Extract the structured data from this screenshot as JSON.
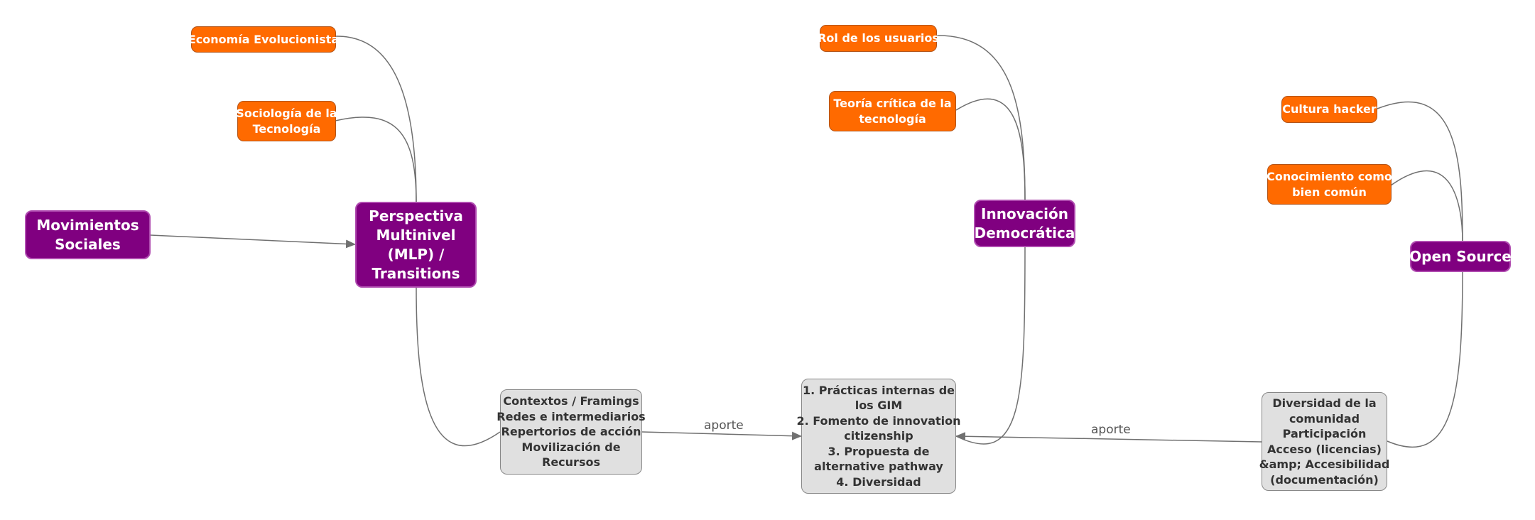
{
  "colors": {
    "main_node": "#800080",
    "sub_node": "#ff6a00",
    "detail_node": "#e0e0e0",
    "edge": "#707070"
  },
  "nodes": {
    "movimientos": [
      "Movimientos",
      "Sociales"
    ],
    "mlp": [
      "Perspectiva",
      "Multinivel",
      "(MLP) /",
      "Transitions"
    ],
    "innovacion": [
      "Innovación",
      "Democrática"
    ],
    "open_source": [
      "Open Source"
    ],
    "economia": [
      "Economía Evolucionista"
    ],
    "sociologia": [
      "Sociología de la",
      "Tecnología"
    ],
    "rol_usuarios": [
      "Rol de los usuarios"
    ],
    "teoria_critica": [
      "Teoría crítica de la",
      "tecnología"
    ],
    "cultura_hacker": [
      "Cultura hacker"
    ],
    "conocimiento": [
      "Conocimiento como",
      "bien común"
    ],
    "contextos": [
      "Contextos / Framings",
      "Redes e intermediarios",
      "Repertorios de acción",
      "Movilización de",
      "Recursos"
    ],
    "practicas": [
      "1. Prácticas internas de",
      "los GIM",
      "2. Fomento de innovation",
      "citizenship",
      "3. Propuesta de",
      "alternative pathway",
      "4. Diversidad"
    ],
    "diversidad": [
      "Diversidad de la",
      "comunidad",
      "Participación",
      "Acceso (licencias)",
      "&amp; Accesibilidad",
      "(documentación)"
    ]
  },
  "edges": {
    "aporte_left": "aporte",
    "aporte_right": "aporte"
  }
}
